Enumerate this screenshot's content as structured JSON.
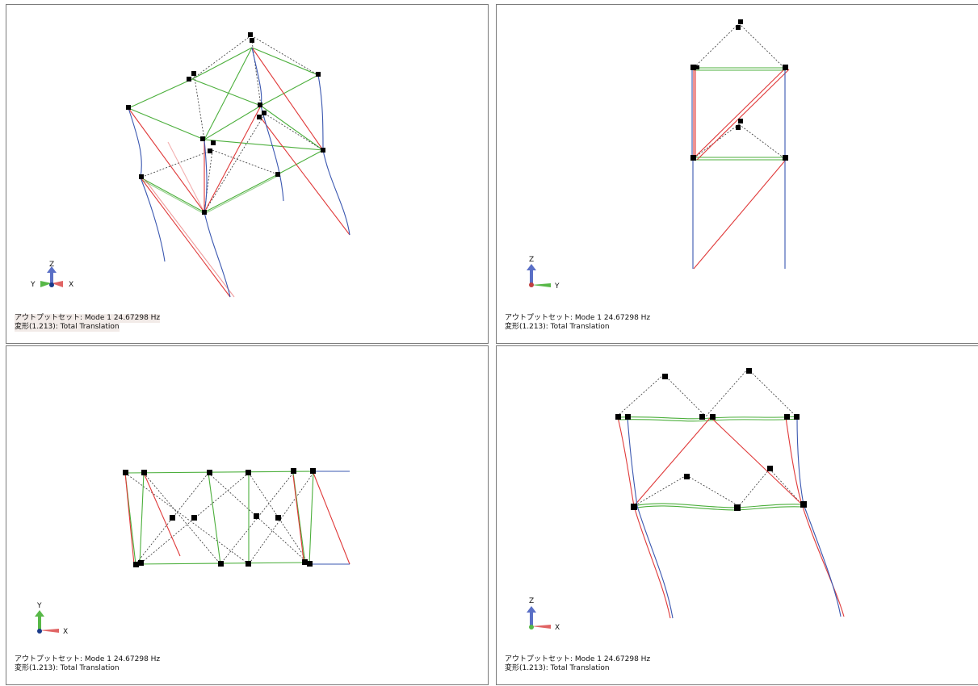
{
  "viewports": [
    {
      "name": "iso",
      "triad": {
        "labels": [
          "Z",
          "Y",
          "X"
        ]
      },
      "legend": {
        "line1": "アウトプットセット: Mode 1 24.67298 Hz",
        "line2": "変形(1.213): Total Translation"
      }
    },
    {
      "name": "side-yz",
      "triad": {
        "labels": [
          "Z",
          "Y"
        ]
      },
      "legend": {
        "line1": "アウトプットセット: Mode 1 24.67298 Hz",
        "line2": "変形(1.213): Total Translation"
      }
    },
    {
      "name": "top-xy",
      "triad": {
        "labels": [
          "Y",
          "X"
        ]
      },
      "legend": {
        "line1": "アウトプットセット: Mode 1 24.67298 Hz",
        "line2": "変形(1.213): Total Translation"
      }
    },
    {
      "name": "front-xz",
      "triad": {
        "labels": [
          "Z",
          "X"
        ]
      },
      "legend": {
        "line1": "アウトプットセット: Mode 1 24.67298 Hz",
        "line2": "変形(1.213): Total Translation"
      }
    }
  ],
  "colors": {
    "column": "#3a57b0",
    "brace": "#e03a3a",
    "beam": "#4caf3c",
    "dashed": "#333333",
    "triad_z": "#5a6fc6",
    "triad_y": "#58b848",
    "triad_x": "#e06464"
  }
}
